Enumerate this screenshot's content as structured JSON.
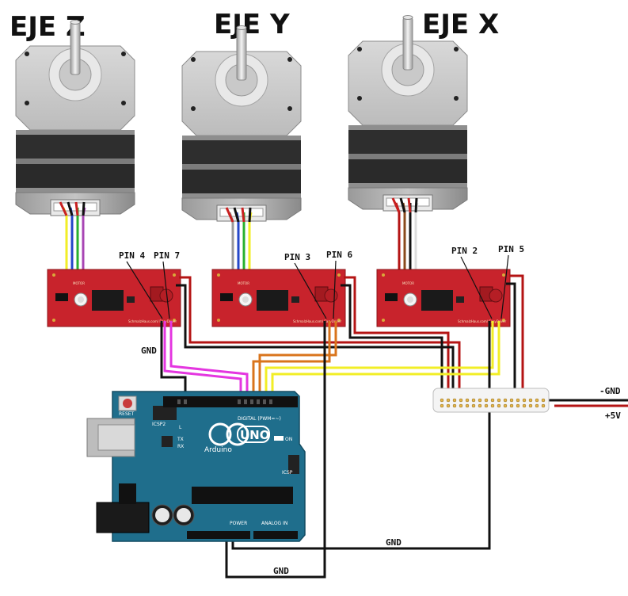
{
  "motors": [
    {
      "title": "EJE Z"
    },
    {
      "title": "EJE Y"
    },
    {
      "title": "EJE X"
    }
  ],
  "drivers": [
    {
      "pin_a": "PIN 4",
      "pin_b": "PIN 7",
      "label_motor": "MOTOR",
      "label_footer": "SchmalzHaus.com/ EasyDriver"
    },
    {
      "pin_a": "PIN 3",
      "pin_b": "PIN 6",
      "label_motor": "MOTOR",
      "label_footer": "SchmalzHaus.com/ EasyDriver"
    },
    {
      "pin_a": "PIN 2",
      "pin_b": "PIN 5",
      "label_motor": "MOTOR",
      "label_footer": "SchmalzHaus.com/ EasyDriver"
    }
  ],
  "labels": {
    "gnd_left": "GND",
    "gnd_bottom_left": "GND",
    "gnd_bottom_right": "GND",
    "minus_gnd": "-GND",
    "plus_5v": "+5V"
  },
  "arduino": {
    "brand": "Arduino",
    "model": "UNO",
    "reset": "RESET",
    "icsp2": "ICSP2",
    "icsp": "ICSP",
    "digital": "DIGITAL (PWM=~)",
    "power": "POWER",
    "analog": "ANALOG IN",
    "on": "ON",
    "tx": "TX",
    "rx": "RX",
    "l": "L"
  },
  "colors": {
    "pcb_red": "#c8232c",
    "arduino_teal": "#1f6e8c",
    "wire_red": "#b41414",
    "wire_black": "#111111",
    "wire_magenta": "#e436e0",
    "wire_orange": "#d9741c",
    "wire_yellow": "#f2ee26",
    "motor_gray": "#a9a9a9"
  }
}
